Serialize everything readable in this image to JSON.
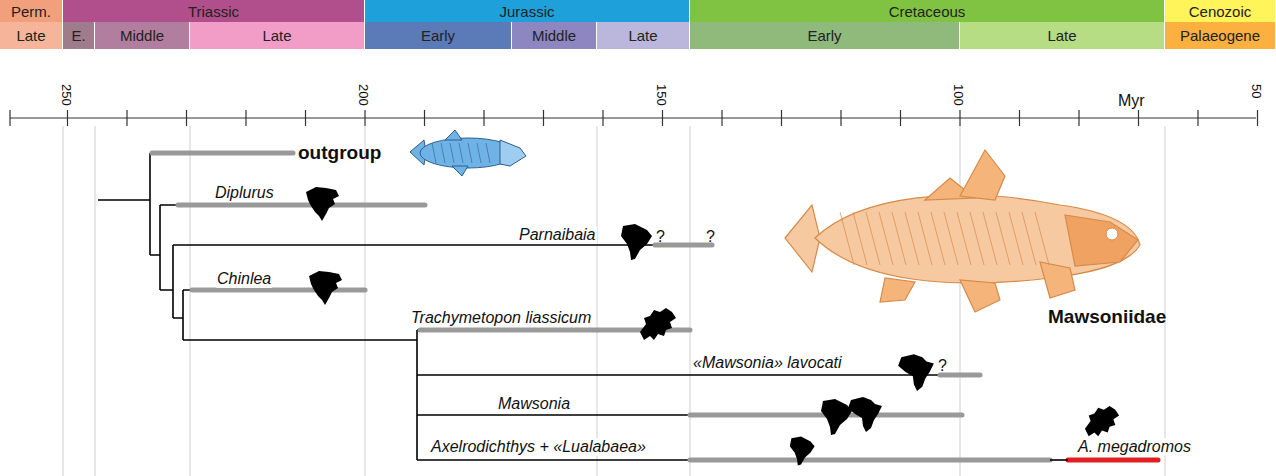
{
  "diagram": {
    "nodes": [
      {
        "text": [
          "Perm."
        ]
      },
      {
        "text": [
          "Triassic"
        ]
      },
      {
        "text": [
          "Jurassic"
        ]
      },
      {
        "text": [
          "Cretaceous"
        ]
      },
      {
        "text": [
          "Cenozoic"
        ]
      },
      {
        "text": [
          "Late"
        ]
      },
      {
        "text": [
          "E."
        ]
      },
      {
        "text": [
          "Middle"
        ]
      },
      {
        "text": [
          "Late"
        ]
      },
      {
        "text": [
          "Early"
        ]
      },
      {
        "text": [
          "Middle"
        ]
      },
      {
        "text": [
          "Late"
        ]
      },
      {
        "text": [
          "Early"
        ]
      },
      {
        "text": [
          "Late"
        ]
      },
      {
        "text": [
          "Palaeogene"
        ]
      }
    ],
    "edges": [],
    "labels": [
      "250",
      "200",
      "150",
      "100",
      "Myr",
      "50",
      "outgroup",
      "Diplurus",
      "Parnaibaia",
      "?",
      "?",
      "Chinlea",
      "Trachymetopon liassicum",
      "Mawsoniidae",
      "«Mawsonia» lavocati",
      "?",
      "Mawsonia",
      "Axelrodichthys + «Lualabaea»",
      "A. megadromos"
    ]
  }
}
